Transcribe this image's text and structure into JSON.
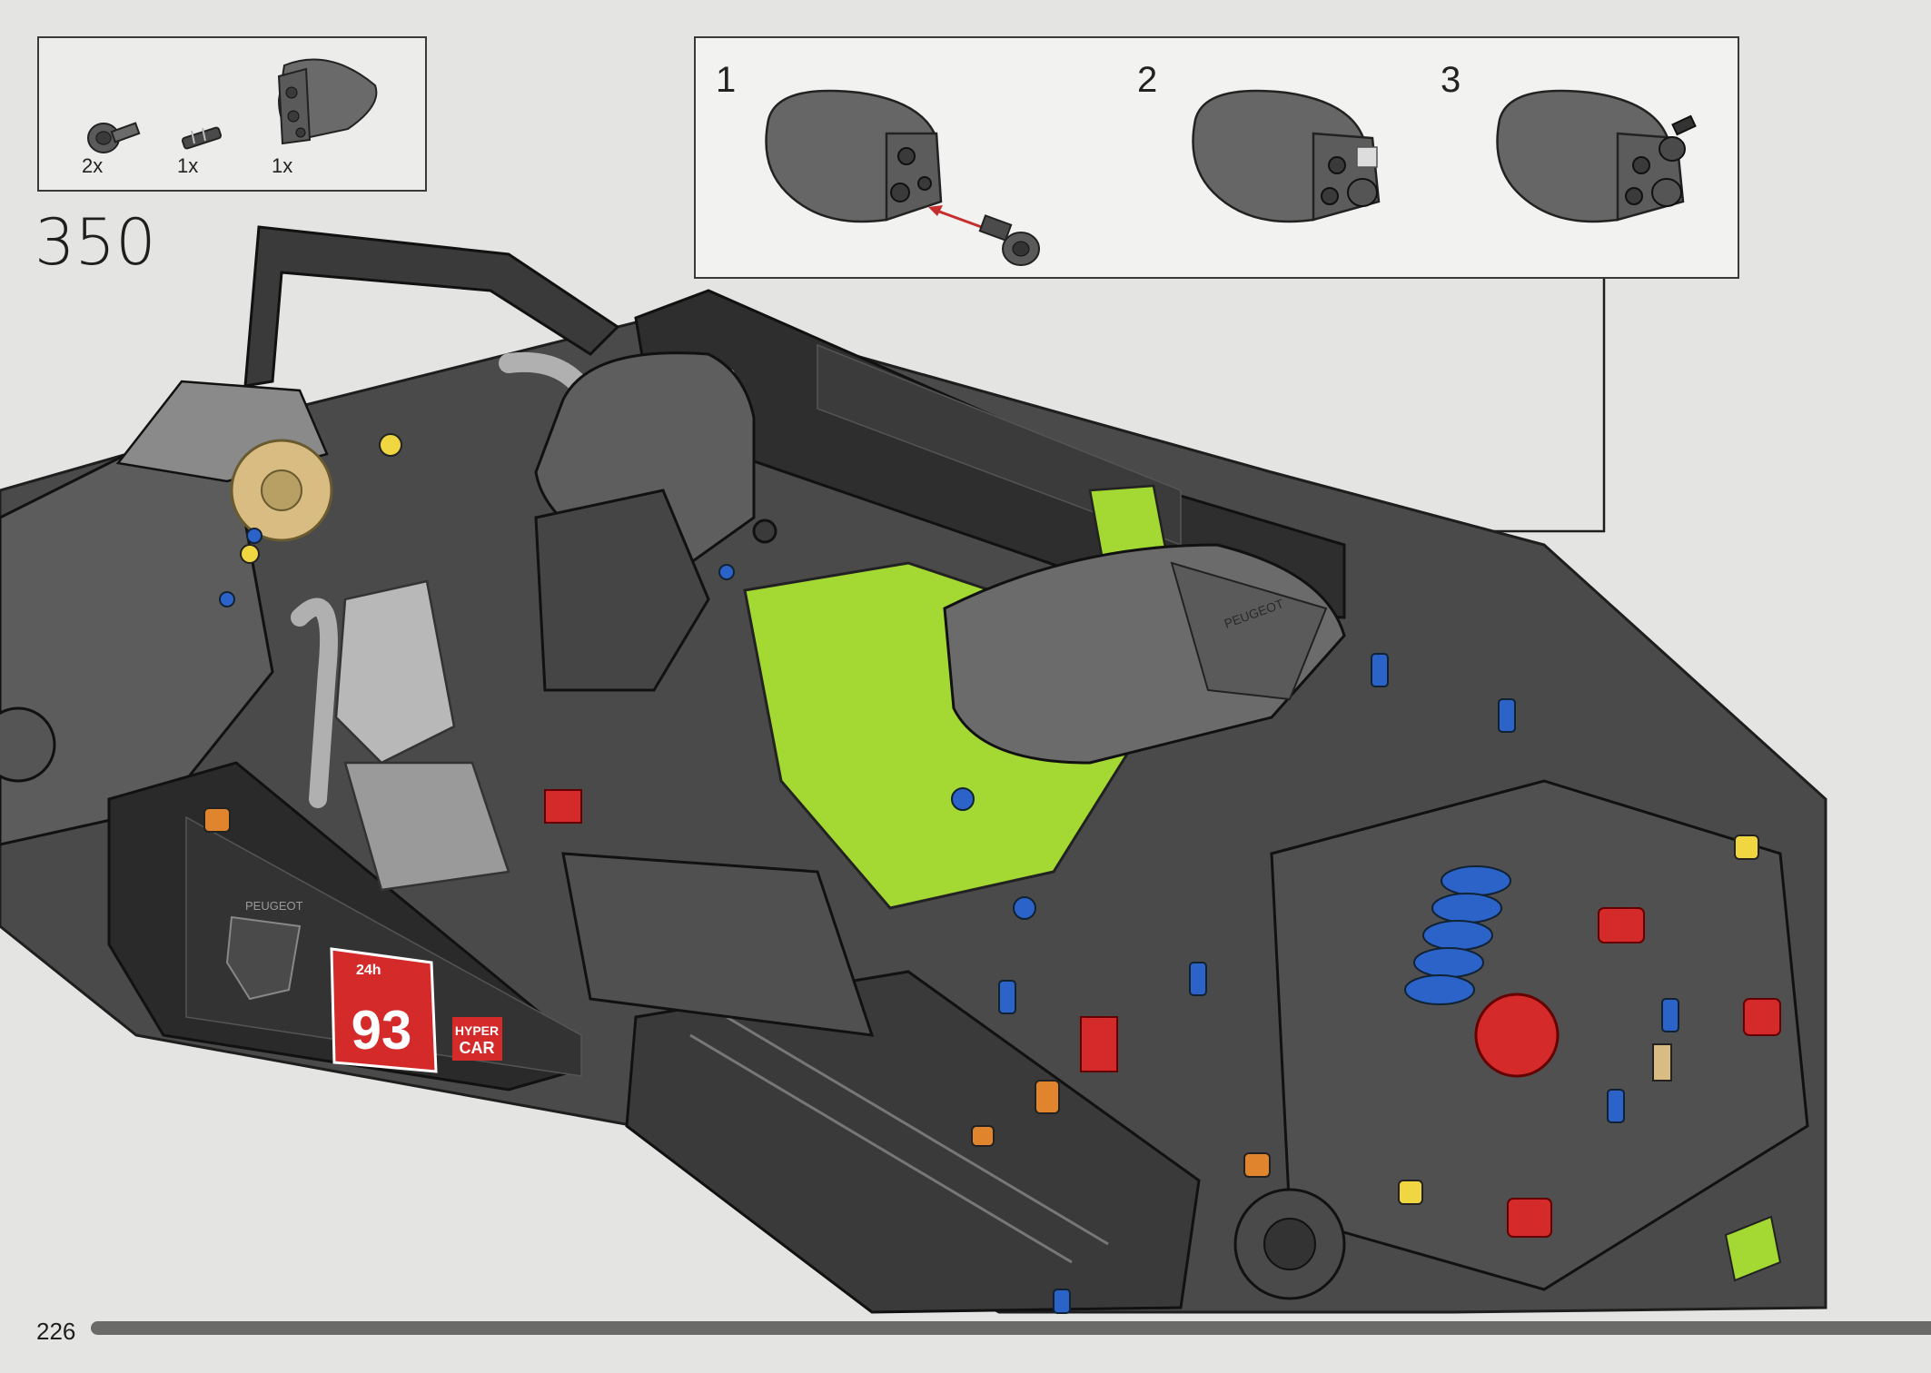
{
  "step": {
    "number": "350"
  },
  "page": {
    "number": "226"
  },
  "parts_list": [
    {
      "name": "axle-pin-with-bush-icon",
      "count": "2x"
    },
    {
      "name": "axle-connector-icon",
      "count": "1x"
    },
    {
      "name": "nose-cone-panel-icon",
      "count": "1x"
    }
  ],
  "sub_steps": [
    {
      "number": "1"
    },
    {
      "number": "2"
    },
    {
      "number": "3"
    }
  ],
  "car_decals": {
    "badge": "HY",
    "race_number": "93",
    "hypercar_line1": "HYPER",
    "hypercar_line2": "CAR",
    "lemans": "24h",
    "brand": "PEUGEOT"
  },
  "colors": {
    "background": "#e4e4e2",
    "dark_part": "#3b3b3b",
    "mid_part": "#6b6b6b",
    "light_part": "#a9a9a9",
    "lime": "#a4d832",
    "red": "#d42a2a",
    "blue": "#2b63c8",
    "tan": "#d8bc82",
    "orange": "#e0852e",
    "yellow": "#f0d640",
    "arrow_red": "#c62d2d"
  }
}
